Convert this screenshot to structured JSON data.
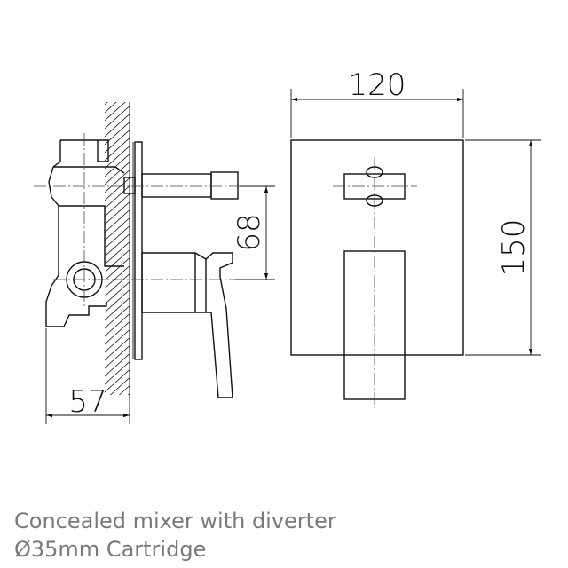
{
  "dimensions": {
    "width_label": "120",
    "height_label": "150",
    "spacing_label": "68",
    "depth_label": "57"
  },
  "caption": {
    "line1": "Concealed mixer with diverter",
    "line2": "Ø35mm Cartridge"
  }
}
